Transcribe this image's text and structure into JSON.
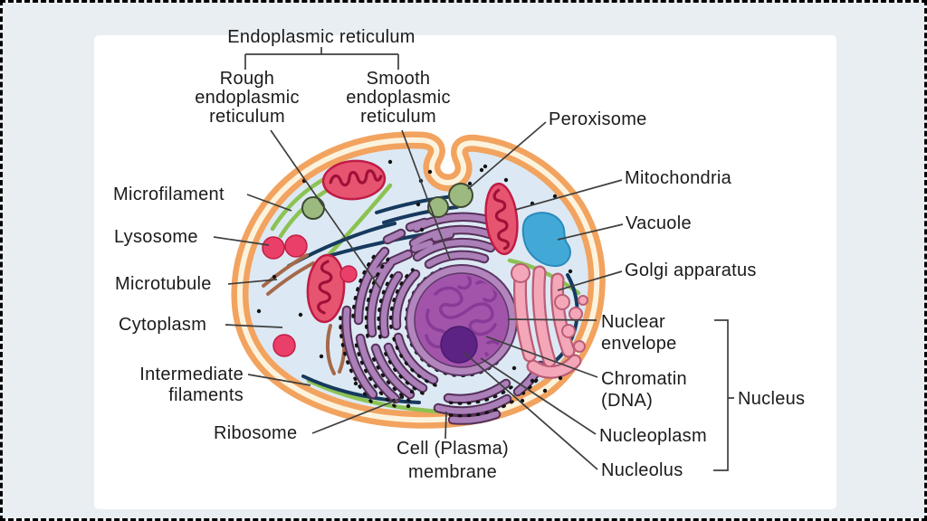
{
  "figure": {
    "type": "labeled-cell-diagram",
    "subject": "Animal cell anatomy"
  },
  "labels": {
    "er_group": "Endoplasmic reticulum",
    "rough_er": [
      "Rough",
      "endoplasmic",
      "reticulum"
    ],
    "smooth_er": [
      "Smooth",
      "endoplasmic",
      "reticulum"
    ],
    "peroxisome": "Peroxisome",
    "mitochondria": "Mitochondria",
    "vacuole": "Vacuole",
    "golgi_apparatus": "Golgi apparatus",
    "nuclear_envelope": [
      "Nuclear",
      "envelope"
    ],
    "chromatin": [
      "Chromatin",
      "(DNA)"
    ],
    "nucleus": "Nucleus",
    "nucleoplasm": "Nucleoplasm",
    "nucleolus": "Nucleolus",
    "cell_membrane": [
      "Cell (Plasma)",
      "membrane"
    ],
    "ribosome": "Ribosome",
    "intermediate_filaments": [
      "Intermediate",
      "filaments"
    ],
    "cytoplasm": "Cytoplasm",
    "microtubule": "Microtubule",
    "lysosome": "Lysosome",
    "microfilament": "Microfilament"
  },
  "colors": {
    "page_background": "#e9eef3",
    "panel_background": "#ffffff",
    "border_dashed": "#000000",
    "membrane_orange": "#f2a35f",
    "membrane_inner_cream": "#fcf3de",
    "cytoplasm_blue": "#dce9f4",
    "er_purple": "#ab80b8",
    "er_outline": "#553059",
    "nucleus_fill": "#a254ab",
    "nuclear_envelope_fill": "#b285bd",
    "nucleolus_fill": "#5c2384",
    "chromatin_stroke": "#7c3390",
    "golgi_pink": "#f4a7b9",
    "golgi_outline": "#bb5d76",
    "vacuole_blue": "#42a9d6",
    "mitochondria_fill": "#e75470",
    "mitochondria_outline": "#c01c45",
    "mitochondria_cristae": "#9e1038",
    "peroxisome_green": "#9cba7f",
    "lysosome_pink": "#ea3f68",
    "microtubule_brown": "#a5694a",
    "microfilament_green": "#8cc253",
    "intermediate_filament_navy": "#16395e",
    "ribosome_dot": "#141414",
    "label_text": "#1b1b1b",
    "leader_line": "#3f3f3f"
  }
}
